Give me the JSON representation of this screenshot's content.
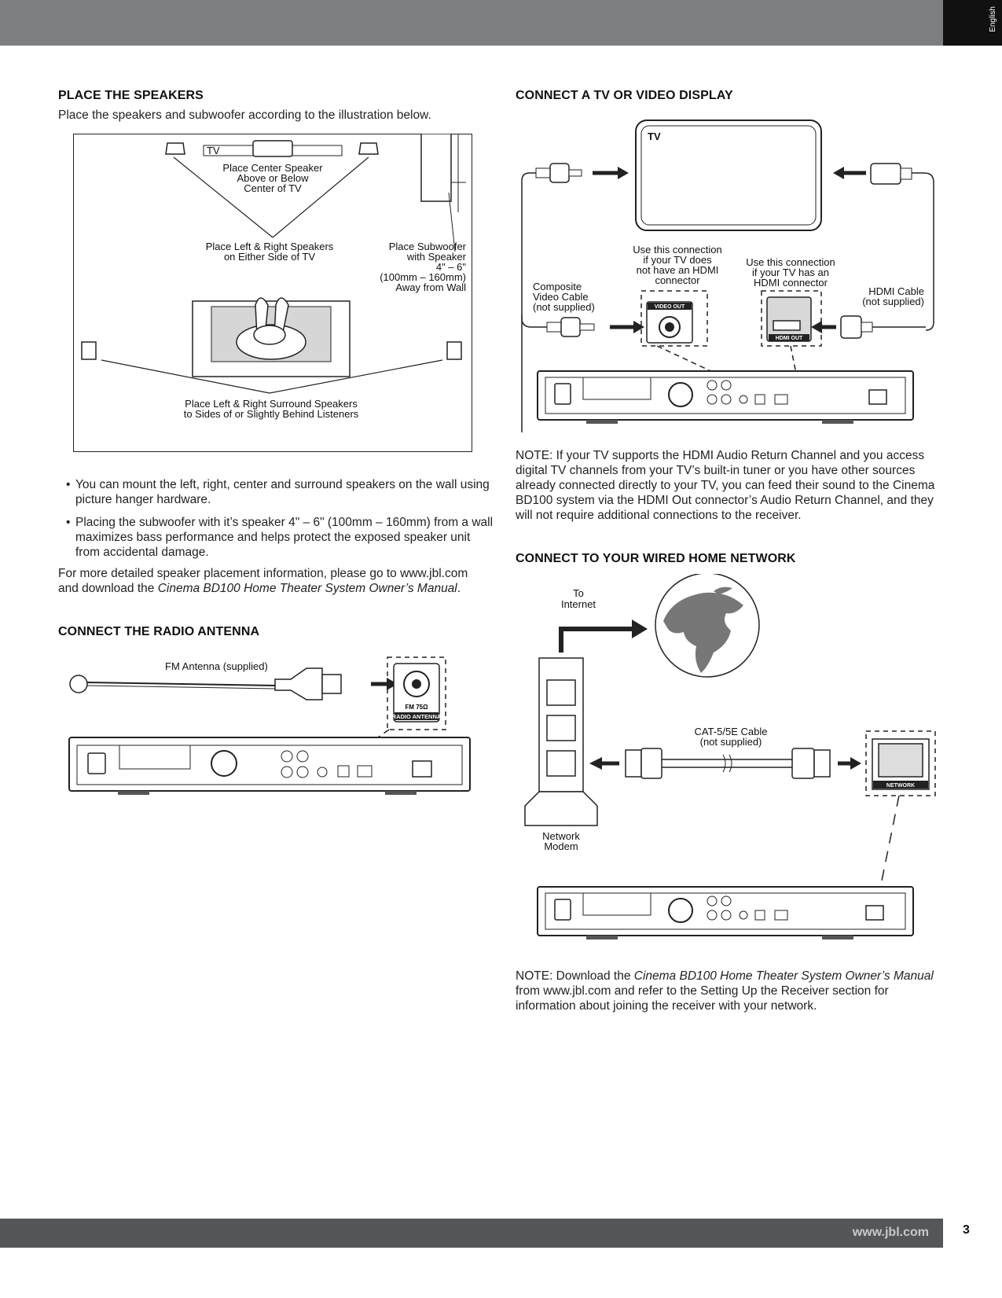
{
  "header": {
    "lang_tab": "English"
  },
  "footer": {
    "url": "www.jbl.com",
    "page_number": "3"
  },
  "place_speakers": {
    "heading": "PLACE THE SPEAKERS",
    "intro": "Place the speakers and subwoofer according to the illustration below.",
    "diagram": {
      "tv": "TV",
      "center_l1": "Place Center Speaker",
      "center_l2": "Above or Below",
      "center_l3": "Center of TV",
      "lr_l1": "Place Left & Right Speakers",
      "lr_l2": "on Either Side of TV",
      "sub_l1": "Place Subwoofer",
      "sub_l2": "with Speaker",
      "sub_l3": "4\" – 6\"",
      "sub_l4": "(100mm – 160mm)",
      "sub_l5": "Away from Wall",
      "surr_l1": "Place Left & Right Surround Speakers",
      "surr_l2": "to Sides of or Slightly Behind Listeners"
    },
    "bullet1": "You can mount the left, right, center and surround speakers on the wall using picture hanger hardware.",
    "bullet2": "Placing the subwoofer with it’s speaker 4\" – 6\" (100mm – 160mm) from a wall maximizes bass performance and helps protect the exposed speaker unit from accidental damage.",
    "more_info_pre": "For more detailed speaker placement information, please go to www.jbl.com and download the ",
    "more_info_italic": "Cinema BD100 Home Theater System Owner’s Manual",
    "more_info_post": "."
  },
  "radio": {
    "heading": "CONNECT THE RADIO ANTENNA",
    "antenna_label": "FM Antenna (supplied)",
    "jack_fm": "FM 75Ω",
    "jack_label": "RADIO ANTENNA"
  },
  "tv": {
    "heading": "CONNECT A TV OR VIDEO DISPLAY",
    "tv_label": "TV",
    "comp_l1": "Composite",
    "comp_l2": "Video Cable",
    "comp_l3": "(not supplied)",
    "use1_l1": "Use this connection",
    "use1_l2": "if your TV does",
    "use1_l3": "not have an HDMI",
    "use1_l4": "connector",
    "use2_l1": "Use this connection",
    "use2_l2": "if your TV has an",
    "use2_l3": "HDMI connector",
    "hdmi_l1": "HDMI Cable",
    "hdmi_l2": "(not supplied)",
    "video_out": "VIDEO OUT",
    "hdmi_out": "HDMI OUT",
    "note": "NOTE: If your TV supports the HDMI Audio Return Channel and you access digital TV channels from your TV’s built-in tuner or you have other sources already connected directly to your TV, you can feed their sound to the Cinema BD100 system via the HDMI Out connector’s Audio Return Channel, and they will not require additional connections to the receiver."
  },
  "network": {
    "heading": "CONNECT TO YOUR WIRED HOME NETWORK",
    "internet_l1": "To",
    "internet_l2": "Internet",
    "cable_l1": "CAT-5/5E Cable",
    "cable_l2": "(not supplied)",
    "modem_l1": "Network",
    "modem_l2": "Modem",
    "port_label": "NETWORK",
    "note_pre": "NOTE: Download the ",
    "note_italic": "Cinema BD100 Home Theater System Owner’s Manual",
    "note_post": " from www.jbl.com and refer to the Setting Up the Receiver section for information about joining the receiver with your network."
  }
}
